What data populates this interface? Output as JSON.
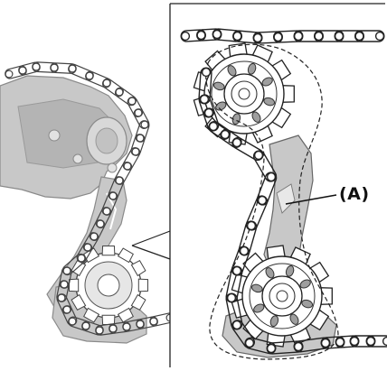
{
  "callout": {
    "label": "(A)"
  },
  "colors": {
    "line": "#222222",
    "part_fill": "#c8c8c8",
    "part_fill_dark": "#9e9e9e",
    "background": "#ffffff"
  },
  "icons": [
    "derailleur-overview",
    "zoom-connector",
    "upper-guide-pulley",
    "lower-tension-pulley",
    "cage-plate",
    "chain"
  ]
}
